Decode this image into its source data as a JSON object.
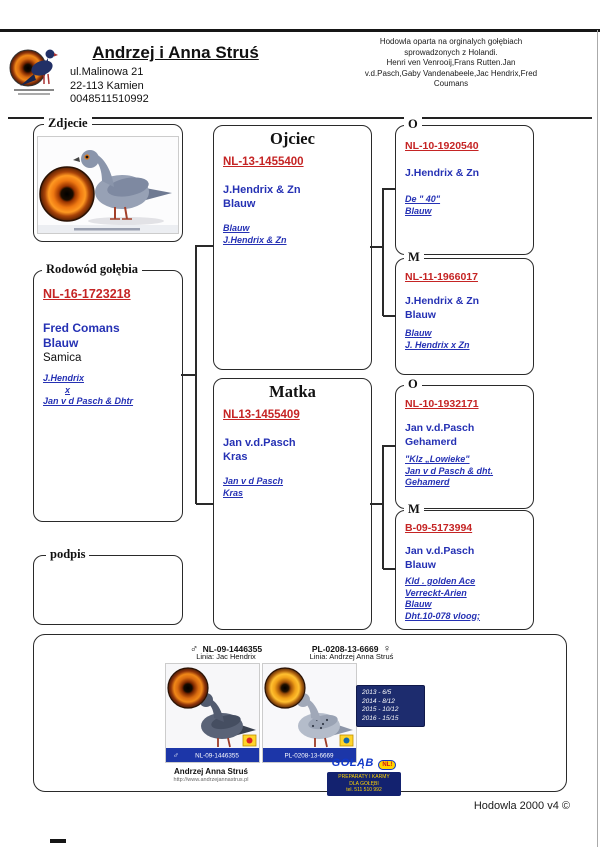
{
  "header": {
    "title": "Andrzej i Anna Struś",
    "address": [
      "ul.Malinowa 21",
      "22-113 Kamien",
      "0048511510992"
    ],
    "note": [
      "Hodowla oparta na orginalych gołębiach",
      "sprowadzonych z Holandi.",
      "Henri ven Venrooij,Frans Rutten.Jan",
      "v.d.Pasch,Gaby Vandenabeele,Jac Hendrix,Fred",
      "Coumans"
    ]
  },
  "labels": {
    "photo": "Zdjecie",
    "pedigree": "Rodowód gołębia",
    "signature": "podpis",
    "father": "Ojciec",
    "mother": "Matka"
  },
  "bird": {
    "ring": "NL-16-1723218",
    "name": "Fred Comans",
    "color": "Blauw",
    "sex": "Samica",
    "notes": [
      "J.Hendrix",
      "x",
      "Jan v d Pasch & Dhtr"
    ]
  },
  "father": {
    "ring": "NL-13-1455400",
    "name": "J.Hendrix & Zn",
    "color": "Blauw",
    "notes": [
      "Blauw",
      "J.Hendrix & Zn"
    ]
  },
  "mother": {
    "ring": "NL13-1455409",
    "name": "Jan v.d.Pasch",
    "color": "Kras",
    "notes": [
      "Jan v d Pasch",
      "Kras"
    ]
  },
  "grandparents": [
    {
      "label": "O",
      "ring": "NL-10-1920540",
      "name": "J.Hendrix & Zn",
      "color": "",
      "notes": [
        "De \" 40\"",
        "Blauw"
      ]
    },
    {
      "label": "M",
      "ring": "NL-11-1966017",
      "name": "J.Hendrix & Zn",
      "color": "Blauw",
      "notes": [
        "Blauw",
        "J. Hendrix x Zn"
      ]
    },
    {
      "label": "O",
      "ring": "NL-10-1932171",
      "name": "Jan v.d.Pasch",
      "color": "Gehamerd",
      "notes": [
        "\"Klz „Lowieke\"",
        "Jan v d Pasch & dht.",
        "Gehamerd"
      ]
    },
    {
      "label": "M",
      "ring": "B-09-5173994",
      "name": "Jan v.d.Pasch",
      "color": "Blauw",
      "notes": [
        "Kld . golden Ace",
        "Verreckt-Arien",
        "Blauw",
        "Dht.10-078 vloog;"
      ]
    }
  ],
  "bottom": {
    "left_bird": {
      "symbol": "♂",
      "ring": "NL-09-1446355",
      "line": "Linia: Jac Hendrix",
      "caption": "Andrzej Anna Struś",
      "url": "http://www.andrzejannastrus.pl"
    },
    "right_bird": {
      "symbol": "♀",
      "ring": "PL-0208-13-6669",
      "line": "Linia: Andrzej Anna Struś",
      "results": [
        "2013 - 6/5",
        "2014 - 8/12",
        "2015 - 10/12",
        "2016 - 15/15"
      ]
    },
    "logo": {
      "title": "GOŁĄB",
      "badge": "NL!",
      "lines": [
        "PREPARATY I KARMY",
        "DLA GOŁĘBI",
        "tel. 511 510 992"
      ]
    }
  },
  "footer": "Hodowla 2000 v4 ©"
}
